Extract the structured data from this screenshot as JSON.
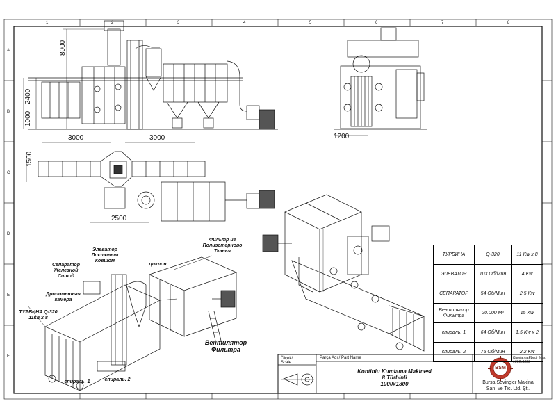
{
  "zones": {
    "top": [
      "1",
      "2",
      "3",
      "4",
      "5",
      "6",
      "7",
      "8"
    ],
    "left": [
      "A",
      "B",
      "C",
      "D",
      "E",
      "F"
    ]
  },
  "dimensions": {
    "height_total": "8000",
    "height_mid": "2400",
    "height_low": "1000",
    "side_width": "1200",
    "plan_left": "3000",
    "plan_right": "3000",
    "plan_depth": "1500",
    "plan_bottom": "2500"
  },
  "labels": {
    "filter": "Фильтр из\nПолиэстерново\nТканья",
    "elevator": "Элеватор\nЛистовым\nКовшом",
    "cyclone": "циклон",
    "separator": "Сепаратор\nЖелезной\nСитой",
    "prechamber": "Дропометная\nкамера",
    "turbine": "ТУРБИНА Q-320\n11Кв х 8",
    "spiral1": "спираль. 1",
    "spiral2": "спираль. 2",
    "fan": "Вентилятор\nФильтра"
  },
  "spec_table": {
    "rows": [
      [
        "ТУРБИНА",
        "Q-320",
        "11 Kw x 8"
      ],
      [
        "ЭЛЕВАТОР",
        "103  Об/Мин",
        "4 Kw"
      ],
      [
        "СЕПАРАТОР",
        "54  Об/Мин",
        "2.5 Kw"
      ],
      [
        "Вентилятор\nФильтра",
        "20.000 М³",
        "15 Kw"
      ],
      [
        "спираль. 1",
        "64  Об/Мин",
        "1.5 Kw x 2"
      ],
      [
        "спираль. 2",
        "75  Об/Мин",
        "2.2 Kw"
      ]
    ]
  },
  "title_block": {
    "part_name_label": "Parça Adı / Part Name",
    "scale_label": "Ölçek/\nScale",
    "title_line1": "Kontiniu Kumlama Makinesi",
    "title_line2": "8 Türbinli",
    "title_line3": "1000x1800",
    "logo_text": "BSM",
    "logo_note": "Kumlama Ebadı Max:\n1000x1800",
    "company_line1": "Bursa Sevinçler Makina",
    "company_line2": "San. ve Tic. Ltd. Şti."
  }
}
